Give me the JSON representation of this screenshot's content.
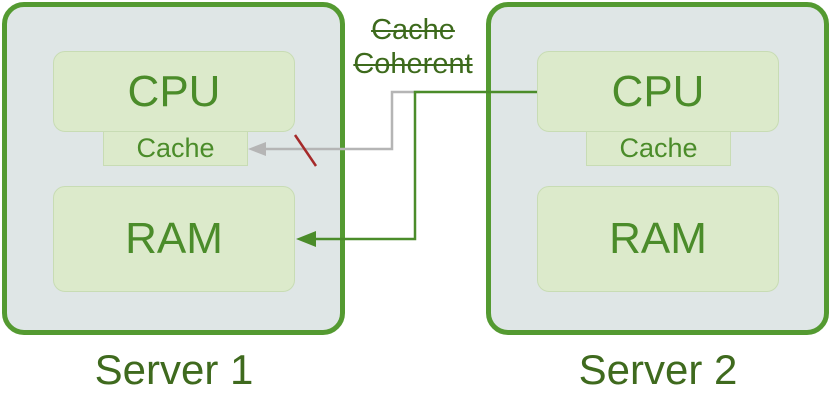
{
  "servers": [
    {
      "label": "Server 1",
      "cpu": "CPU",
      "cache": "Cache",
      "ram": "RAM"
    },
    {
      "label": "Server 2",
      "cpu": "CPU",
      "cache": "Cache",
      "ram": "RAM"
    }
  ],
  "annotation": {
    "line1": "Cache",
    "line2": "Coherent"
  },
  "colors": {
    "server_border": "#549a31",
    "server_fill": "#dfe6e6",
    "component_fill": "#dceacb",
    "component_text": "#4b8c2a",
    "link_active": "#4b8c2a",
    "link_inactive": "#b5b5b5",
    "blocked_mark": "#a52a2a"
  }
}
